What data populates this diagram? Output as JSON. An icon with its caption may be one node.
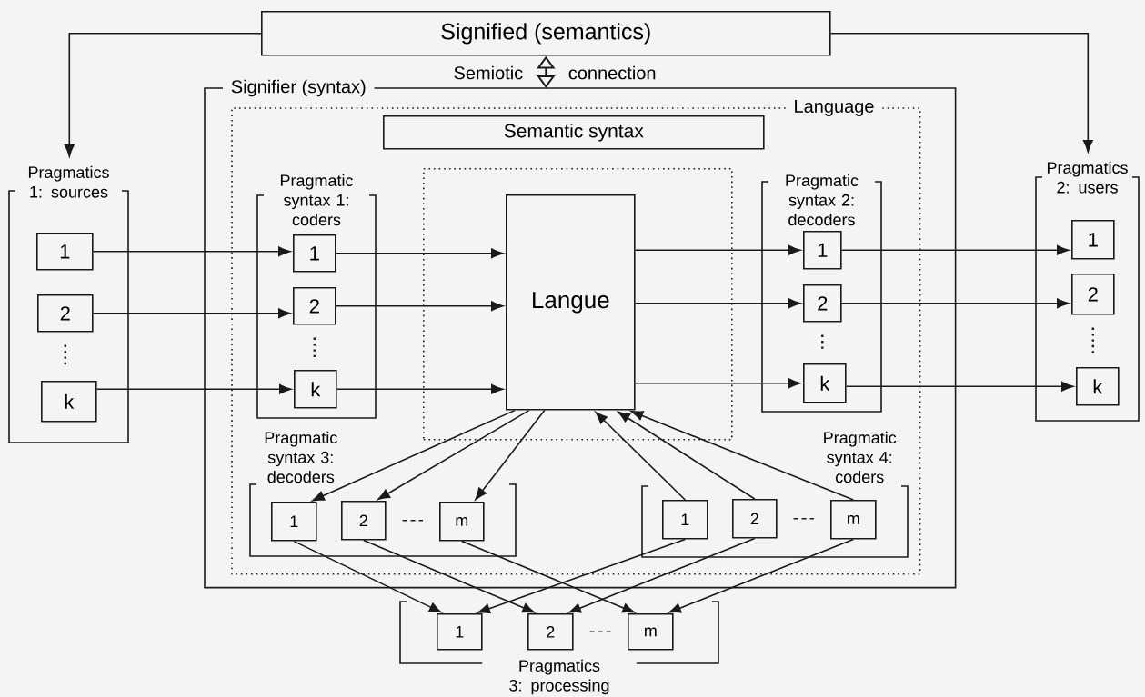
{
  "diagram": {
    "nodes": [
      {
        "text": [
          "Signified (semantics)"
        ]
      },
      {
        "text": [
          "Signifier (syntax)"
        ]
      },
      {
        "text": [
          "Language"
        ],
        "in": 1
      },
      {
        "text": [
          "Semantic syntax"
        ],
        "in": 2
      },
      {
        "text": [],
        "shape": "box",
        "in": 2
      },
      {
        "text": [
          "Langue"
        ],
        "in": 4
      },
      {
        "text": [
          "Pragmatics 1: sources"
        ]
      },
      {
        "text": [
          "1"
        ],
        "in": 6
      },
      {
        "text": [
          "2"
        ],
        "in": 6
      },
      {
        "text": [
          "k"
        ],
        "in": 6
      },
      {
        "text": [
          "Pragmatic syntax 1: coders"
        ],
        "in": 2
      },
      {
        "text": [
          "1"
        ],
        "in": 10
      },
      {
        "text": [
          "2"
        ],
        "in": 10
      },
      {
        "text": [
          "k"
        ],
        "in": 10
      },
      {
        "text": [
          "Pragmatic syntax 2: decoders"
        ],
        "in": 2
      },
      {
        "text": [
          "1"
        ],
        "in": 14
      },
      {
        "text": [
          "2"
        ],
        "in": 14
      },
      {
        "text": [
          "k"
        ],
        "in": 14
      },
      {
        "text": [
          "Pragmatics 2: users"
        ]
      },
      {
        "text": [
          "1"
        ],
        "in": 18
      },
      {
        "text": [
          "2"
        ],
        "in": 18
      },
      {
        "text": [
          "k"
        ],
        "in": 18
      },
      {
        "text": [
          "Pragmatic syntax 3: decoders"
        ],
        "in": 2
      },
      {
        "text": [
          "1"
        ],
        "in": 22
      },
      {
        "text": [
          "2"
        ],
        "in": 22
      },
      {
        "text": [
          "m"
        ],
        "in": 22
      },
      {
        "text": [
          "Pragmatic syntax 4: coders"
        ],
        "in": 2
      },
      {
        "text": [
          "1"
        ],
        "in": 26
      },
      {
        "text": [
          "2"
        ],
        "in": 26
      },
      {
        "text": [
          "m"
        ],
        "in": 26
      },
      {
        "text": [
          "Pragmatics 3: processing"
        ]
      },
      {
        "text": [
          "1"
        ],
        "in": 30
      },
      {
        "text": [
          "2"
        ],
        "in": 30
      },
      {
        "text": [
          "m"
        ],
        "in": 30
      }
    ],
    "edges": [
      {
        "from": 0,
        "to": 6,
        "arrow": "to"
      },
      {
        "from": 0,
        "to": 18,
        "arrow": "to"
      },
      {
        "from": 0,
        "to": 1,
        "arrow": "both"
      },
      {
        "from": 7,
        "to": 11,
        "arrow": "to"
      },
      {
        "from": 8,
        "to": 12,
        "arrow": "to"
      },
      {
        "from": 9,
        "to": 13,
        "arrow": "to"
      },
      {
        "from": 11,
        "to": 5,
        "arrow": "to"
      },
      {
        "from": 12,
        "to": 5,
        "arrow": "to"
      },
      {
        "from": 13,
        "to": 5,
        "arrow": "to"
      },
      {
        "from": 5,
        "to": 15,
        "arrow": "to"
      },
      {
        "from": 5,
        "to": 16,
        "arrow": "to"
      },
      {
        "from": 5,
        "to": 17,
        "arrow": "to"
      },
      {
        "from": 15,
        "to": 19,
        "arrow": "to"
      },
      {
        "from": 16,
        "to": 20,
        "arrow": "to"
      },
      {
        "from": 17,
        "to": 21,
        "arrow": "to"
      },
      {
        "from": 5,
        "to": 23,
        "arrow": "to"
      },
      {
        "from": 5,
        "to": 24,
        "arrow": "to"
      },
      {
        "from": 5,
        "to": 25,
        "arrow": "to"
      },
      {
        "from": 27,
        "to": 5,
        "arrow": "to"
      },
      {
        "from": 28,
        "to": 5,
        "arrow": "to"
      },
      {
        "from": 29,
        "to": 5,
        "arrow": "to"
      },
      {
        "from": 23,
        "to": 31,
        "arrow": "to"
      },
      {
        "from": 24,
        "to": 32,
        "arrow": "to"
      },
      {
        "from": 25,
        "to": 33,
        "arrow": "to"
      },
      {
        "from": 27,
        "to": 31,
        "arrow": "to"
      },
      {
        "from": 28,
        "to": 32,
        "arrow": "to"
      },
      {
        "from": 29,
        "to": 33,
        "arrow": "to"
      }
    ],
    "labels": [
      "Semiotic",
      "connection"
    ]
  }
}
